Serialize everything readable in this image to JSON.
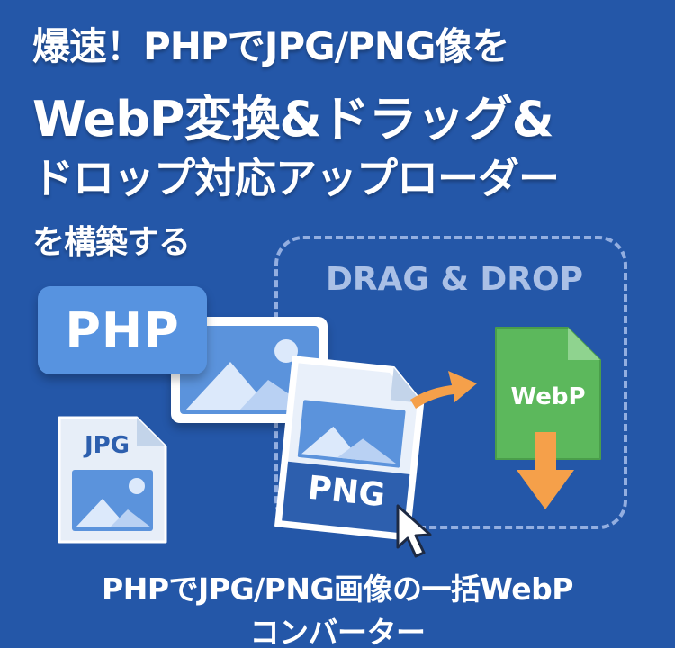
{
  "title": {
    "line1": "爆速！PHPでJPG/PNG像を",
    "line2": "WebP変換&ドラッグ&",
    "line3": "ドロップ対応アップローダー",
    "line4": "を構築する"
  },
  "drop_zone": {
    "label": "DRAG & DROP"
  },
  "badges": {
    "php": "PHP",
    "jpg": "JPG",
    "png": "PNG",
    "webp": "WebP"
  },
  "subtitle": {
    "line1": "PHPでJPG/PNG画像の一括WebP",
    "line2": "コンバーター"
  },
  "icons": [
    "image-icon",
    "mountain-icon",
    "arrow-right-icon",
    "arrow-down-icon",
    "mouse-cursor-icon",
    "document-icon"
  ],
  "colors": {
    "background": "#2457a8",
    "php": "#5793e0",
    "png": "#2d5fae",
    "webp": "#5cb85c",
    "arrow": "#f5a04a",
    "drop_border": "#93aee0"
  }
}
